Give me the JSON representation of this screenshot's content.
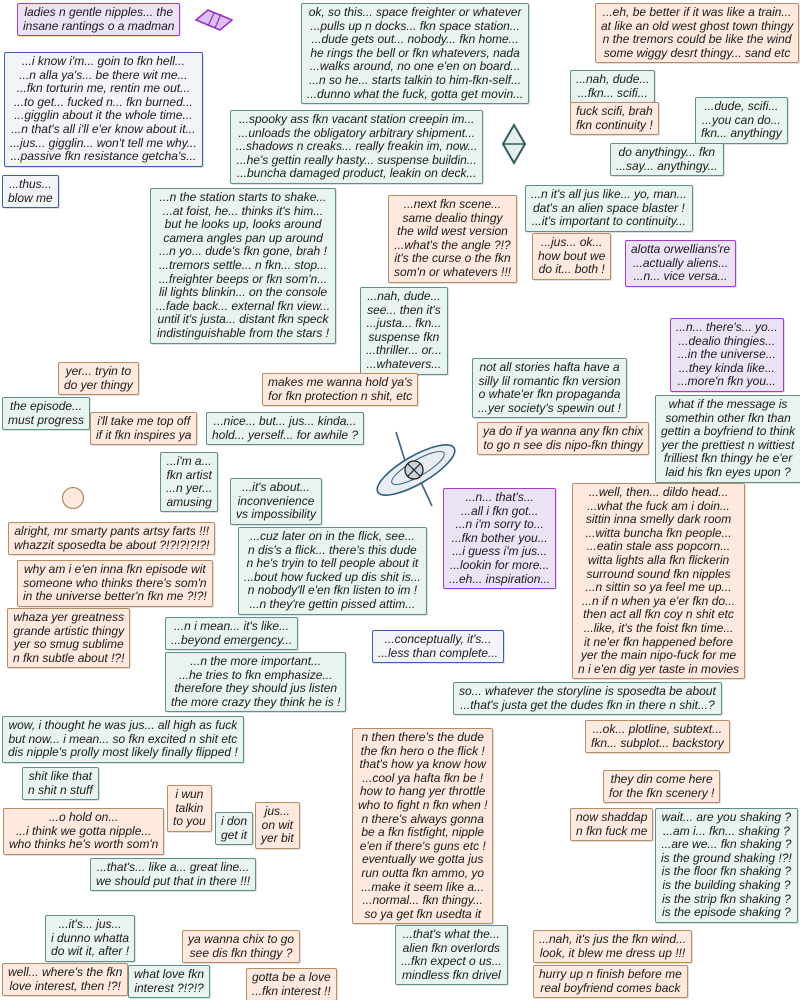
{
  "colors": {
    "green_bg": "#eaf4ee",
    "green_border": "#5f8f8c",
    "orange_bg": "#fde9de",
    "orange_border": "#b98c64",
    "blue_bg": "#f3f4f7",
    "blue_border": "#3b5fb5",
    "purple_bg": "#ebe2f6",
    "purple_border": "#a33ad4"
  },
  "icons": [
    "purple-diamond-icon",
    "green-diamond-icon",
    "peach-circle-icon",
    "spaceship-icon"
  ],
  "bubbles": [
    {
      "theme": "purple",
      "lines": [
        "ladies n gentle nipples... the",
        "insane rantings o a madman"
      ]
    },
    {
      "theme": "blue",
      "lines": [
        "...i know i'm... goin to fkn hell...",
        "...n alla ya's... be there wit me...",
        "...fkn torturin me, rentin me out...",
        "...to get... fucked n... fkn burned...",
        "...gigglin about it the whole time...",
        "...n that's all i'll e'er know about it...",
        "...jus... gigglin... won't tell me why...",
        "...passive fkn resistance getcha's..."
      ]
    },
    {
      "theme": "blue",
      "lines": [
        "...thus...",
        "blow me"
      ]
    },
    {
      "theme": "green",
      "lines": [
        "ok, so this... space freighter or whatever",
        "...pulls up n docks... fkn space station...",
        "...dude gets out... nobody... fkn home...",
        "he rings the bell or fkn whatevers, nada",
        "...walks around, no one e'en on board...",
        "...n so he... starts talkin to him-fkn-self...",
        "...dunno what the fuck, gotta get movin..."
      ]
    },
    {
      "theme": "green",
      "lines": [
        "...spooky ass fkn vacant station creepin im...",
        "...unloads the obligatory arbitrary shipment...",
        "...shadows n creaks... really freakin im, now...",
        "...he's gettin really hasty... suspense buildin...",
        "...buncha damaged product, leakin on deck..."
      ]
    },
    {
      "theme": "orange",
      "lines": [
        "...eh, be better if it was like a train...",
        "at like an old west ghost town thingy",
        "n the tremors could be like the wind",
        "some wiggy desrt thingy... sand etc"
      ]
    },
    {
      "theme": "green",
      "lines": [
        "...nah, dude...",
        "...fkn... scifi..."
      ]
    },
    {
      "theme": "orange",
      "lines": [
        "fuck scifi, brah",
        "fkn continuity !"
      ]
    },
    {
      "theme": "green",
      "lines": [
        "...dude, scifi...",
        "...you can do...",
        "fkn... anythingy"
      ]
    },
    {
      "theme": "green",
      "lines": [
        "do anythingy... fkn",
        "...say... anythingy..."
      ]
    },
    {
      "theme": "green",
      "lines": [
        "...n it's all jus like... yo, man...",
        "dat's an alien space blaster !",
        "...it's important to continuity..."
      ]
    },
    {
      "theme": "green",
      "lines": [
        "...n the station starts to shake...",
        "...at foist, he... thinks it's him...",
        "but he looks up, looks around",
        "camera angles pan up around",
        "...n yo... dude's fkn gone, brah !",
        "...tremors settle... n fkn... stop...",
        "...freighter beeps or fkn som'n...",
        "lil lights blinkin... on the console",
        "...fade back... external fkn view...",
        "until it's justa... distant fkn speck",
        "indistinguishable from the stars !"
      ]
    },
    {
      "theme": "orange",
      "lines": [
        "...next fkn scene...",
        "same dealio thingy",
        "the wild west version",
        "...what's the angle ?!?",
        "it's the curse o the fkn",
        "som'n or whatevers !!!"
      ]
    },
    {
      "theme": "orange",
      "lines": [
        "...jus... ok...",
        "how bout we",
        "do it... both !"
      ]
    },
    {
      "theme": "purple",
      "lines": [
        "alotta orwellians're",
        "...actually aliens...",
        "...n... vice versa..."
      ]
    },
    {
      "theme": "green",
      "lines": [
        "...nah, dude...",
        "see... then it's",
        "...justa... fkn...",
        "suspense fkn",
        "...thriller... or...",
        "...whatevers..."
      ]
    },
    {
      "theme": "purple",
      "lines": [
        "...n... there's... yo...",
        "...dealio thingies...",
        "...in the universe...",
        "...they kinda like...",
        "...more'n fkn you..."
      ]
    },
    {
      "theme": "green",
      "lines": [
        "not all stories hafta have a",
        "silly lil romantic fkn version",
        "o whate'er fkn propaganda",
        "...yer society's spewin out !"
      ]
    },
    {
      "theme": "green",
      "lines": [
        "what if the message is",
        "somethin other fkn than",
        "gettin a boyfriend to think",
        "yer the prettiest n wittiest",
        "frilliest fkn thingy he e'er",
        "laid his fkn eyes upon ?"
      ]
    },
    {
      "theme": "orange",
      "lines": [
        "ya do if ya wanna any fkn chix",
        "to go n see dis nipo-fkn thingy"
      ]
    },
    {
      "theme": "orange",
      "lines": [
        "yer... tryin to",
        "do yer thingy"
      ]
    },
    {
      "theme": "orange",
      "lines": [
        "makes me wanna hold ya's",
        "for fkn protection n shit, etc"
      ]
    },
    {
      "theme": "green",
      "lines": [
        "the episode...",
        "must progress"
      ]
    },
    {
      "theme": "orange",
      "lines": [
        "i'll take me top off",
        "if it fkn inspires ya"
      ]
    },
    {
      "theme": "green",
      "lines": [
        "...nice... but... jus... kinda...",
        "hold... yerself... for awhile ?"
      ]
    },
    {
      "theme": "green",
      "lines": [
        "...i'm a...",
        "fkn artist",
        "...n yer...",
        "amusing"
      ]
    },
    {
      "theme": "green",
      "lines": [
        "...it's about...",
        "inconvenience",
        "vs impossibility"
      ]
    },
    {
      "theme": "orange",
      "lines": [
        "alright, mr smarty pants artsy farts !!!",
        "whazzit sposedta be about ?!?!?!?!?!"
      ]
    },
    {
      "theme": "orange",
      "lines": [
        "why am i e'en inna fkn episode wit",
        "someone who thinks there's som'n",
        "in the universe better'n fkn me ?!?!"
      ]
    },
    {
      "theme": "orange",
      "lines": [
        "whaza yer greatness",
        "grande artistic thingy",
        "yer so smug sublime",
        "n fkn subtle about !?!"
      ]
    },
    {
      "theme": "green",
      "lines": [
        "...cuz later on in the flick, see...",
        "n dis's a flick... there's this dude",
        "n he's tryin to tell people about it",
        "...bout how fucked up dis shit is...",
        "n nobody'll e'en fkn listen to im !",
        "...n they're gettin pissed attim..."
      ]
    },
    {
      "theme": "purple",
      "lines": [
        "...n... that's...",
        "...all i fkn got...",
        "...n i'm sorry to...",
        "...fkn bother you...",
        "...i guess i'm jus...",
        "...lookin for more...",
        "...eh... inspiration..."
      ]
    },
    {
      "theme": "orange",
      "lines": [
        "...well, then... dildo head...",
        "...what the fuck am i doin...",
        "sittin inna smelly dark room",
        "...witta buncha fkn people...",
        "...eatin stale ass popcorn...",
        "witta lights alla fkn flickerin",
        "surround sound fkn nipples",
        "...n sittin so ya feel me up...",
        "...n if n when ya e'er fkn do...",
        "then act all fkn coy n shit etc",
        "...like, it's the foist fkn time...",
        "it ne'er fkn happened before",
        "yer the main nipo-fuck for me",
        "n i e'en dig yer taste in movies"
      ]
    },
    {
      "theme": "blue",
      "lines": [
        "...conceptually, it's...",
        "...less than complete..."
      ]
    },
    {
      "theme": "green",
      "lines": [
        "...n i mean... it's like...",
        "...beyond emergency..."
      ]
    },
    {
      "theme": "green",
      "lines": [
        "...n the more important...",
        "...he tries to fkn emphasize...",
        "therefore they should jus listen",
        "the more crazy they think he is !"
      ]
    },
    {
      "theme": "green",
      "lines": [
        "so... whatever the storyline is sposedta be about",
        "...that's justa get the dudes fkn in there n shit...?"
      ]
    },
    {
      "theme": "green",
      "lines": [
        "wow, i thought he was jus... all high as fuck",
        "but now... i mean... so fkn excited n shit etc",
        "dis nipple's prolly most likely finally flipped !"
      ]
    },
    {
      "theme": "green",
      "lines": [
        "shit like that",
        "n shit n stuff"
      ]
    },
    {
      "theme": "orange",
      "lines": [
        "...ok... plotline, subtext...",
        "fkn... subplot... backstory"
      ]
    },
    {
      "theme": "orange",
      "lines": [
        "n then there's the dude",
        "the fkn hero o the flick !",
        "that's how ya know how",
        "...cool ya hafta fkn be !",
        "how to hang yer throttle",
        "who to fight n fkn when !",
        "n there's always gonna",
        "be a fkn fistfight, nipple",
        "e'en if there's guns etc !",
        "eventually we gotta jus",
        "run outta fkn ammo, yo",
        "...make it seem like a...",
        "...normal... fkn thingy...",
        "so ya get fkn usedta it"
      ]
    },
    {
      "theme": "orange",
      "lines": [
        "they din come here",
        "for the fkn scenery !"
      ]
    },
    {
      "theme": "orange",
      "lines": [
        "now shaddap",
        "n fkn fuck me"
      ]
    },
    {
      "theme": "green",
      "lines": [
        "wait... are you shaking ?",
        "...am i... fkn... shaking ?",
        "...are we... fkn shaking ?",
        "is the ground shaking !?!",
        "is the floor fkn shaking ?",
        "is the building shaking ?",
        "is the strip fkn shaking ?",
        "is the episode shaking ?"
      ]
    },
    {
      "theme": "orange",
      "lines": [
        "i wun",
        "talkin",
        "to you"
      ]
    },
    {
      "theme": "green",
      "lines": [
        "i don",
        "get it"
      ]
    },
    {
      "theme": "orange",
      "lines": [
        "jus...",
        "on wit",
        "yer bit"
      ]
    },
    {
      "theme": "orange",
      "lines": [
        "...o hold on...",
        "...i think we gotta nipple...",
        "who thinks he's worth som'n"
      ]
    },
    {
      "theme": "green",
      "lines": [
        "...that's... like a... great line...",
        "we should put that in there !!!"
      ]
    },
    {
      "theme": "green",
      "lines": [
        "...it's... jus...",
        "i dunno whatta",
        "do wit it, after !"
      ]
    },
    {
      "theme": "orange",
      "lines": [
        "ya wanna chix to go",
        "see dis fkn thingy ?"
      ]
    },
    {
      "theme": "orange",
      "lines": [
        "well... where's the fkn",
        "love interest, then !?!"
      ]
    },
    {
      "theme": "green",
      "lines": [
        "what love fkn",
        "interest ?!?!?"
      ]
    },
    {
      "theme": "orange",
      "lines": [
        "gotta be a love",
        "...fkn interest !!"
      ]
    },
    {
      "theme": "green",
      "lines": [
        "...that's what the...",
        "alien fkn overlords",
        "...fkn expect o us...",
        "mindless fkn drivel"
      ]
    },
    {
      "theme": "orange",
      "lines": [
        "...nah, it's jus the fkn wind...",
        "look, it blew me dress up !!!"
      ]
    },
    {
      "theme": "orange",
      "lines": [
        "hurry up n finish before me",
        "real boyfriend comes back"
      ]
    }
  ]
}
